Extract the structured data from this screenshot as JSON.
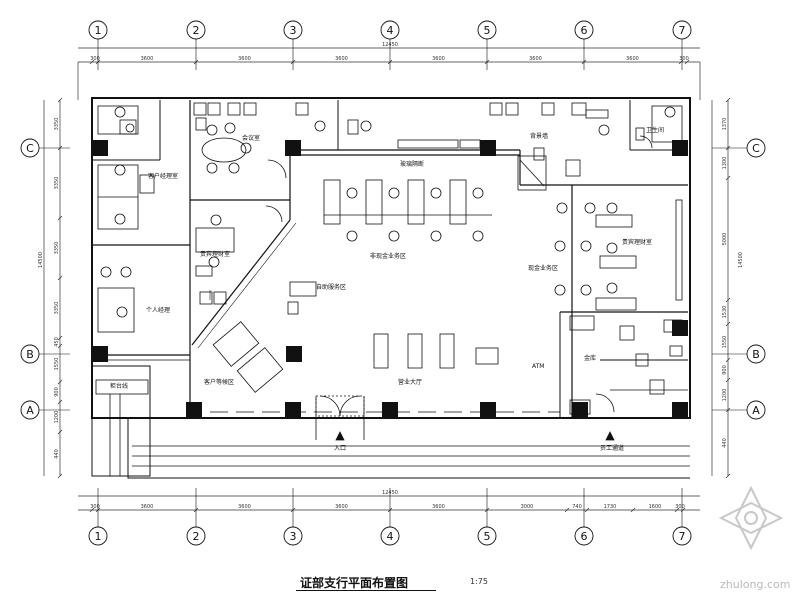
{
  "title": "证部支行平面布置图",
  "scale": "1:75",
  "watermark": "zhulong.com",
  "grid_columns": [
    "1",
    "2",
    "3",
    "4",
    "5",
    "6",
    "7"
  ],
  "grid_rows": [
    "C",
    "B",
    "A"
  ],
  "top_dims": {
    "segments": [
      "300",
      "3600",
      "3600",
      "3600",
      "3600",
      "3600",
      "3600",
      "300"
    ],
    "total": "12450"
  },
  "bottom_dims": {
    "segments": [
      "300",
      "3600",
      "3600",
      "3600",
      "3600",
      "3000",
      "740",
      "1730",
      "1600",
      "300"
    ],
    "total": "12450"
  },
  "left_dims": {
    "segments": [
      "3350",
      "3350",
      "3350",
      "3350",
      "450",
      "1550",
      "900",
      "1200",
      "440"
    ],
    "total": "14500"
  },
  "right_dims": {
    "segments": [
      "1370",
      "1300",
      "5000",
      "1530",
      "1550",
      "900",
      "1200",
      "440"
    ],
    "total": "14500"
  },
  "room_labels": {
    "office_upper_left": "客户经理室",
    "meeting": "会议室",
    "vip": "贵宾理财室",
    "manager_left": "个人经理",
    "counter": "非现金业务区",
    "self_service": "自助服务区",
    "waiting": "客户等候区",
    "lobby": "营业大厅",
    "cash": "现金业务区",
    "manager_right": "贵宾理财室",
    "wc": "卫生间",
    "atm": "ATM",
    "vault": "金库",
    "entrance": "入口",
    "backdoor": "员工通道",
    "glass_wall": "玻璃隔断",
    "screen_wall": "背景墙",
    "counter_line": "柜台线"
  },
  "colors": {
    "line": "#111111",
    "fill": "#111111",
    "dim": "#333333",
    "watermark": "#bdbdbd"
  }
}
